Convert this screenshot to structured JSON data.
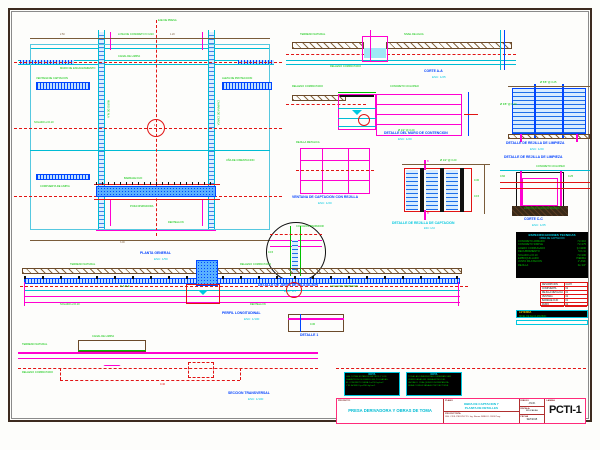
{
  "sheet": {
    "number": "PCTI-1",
    "number_label": "LAMINA",
    "background": "#fdfdfb",
    "frame_color": "#3d2b1f"
  },
  "titleblock": {
    "project_label": "PROYECTO",
    "project_title": "PRESA DERIVADORA Y OBRAS DE TOMA",
    "plan_label": "PLANO",
    "plan_title_line1": "OBRA DE CAPTACION Y",
    "plan_title_line2": "PLANTA DE DETALLES",
    "designer_label": "PROYECTISTA",
    "designer_value": "ING. CIVIL   PROYECTO: Ing. Bueno   DIBUJO: 2024 Proy.",
    "drawn_label": "DIBUJO",
    "drawn_value": "J.M.R.",
    "date_label": "FECHA",
    "date_value": "SET/2015",
    "escala_label": "ESCALA",
    "escala_value": "INDICADAS"
  },
  "notes": [
    {
      "name": "note-materials",
      "title": "NOTA",
      "lines": [
        "LAS COTAS ESTAN EN METROS Y LOS",
        "DIAMETROS DE FIERRO EN PULGADAS.",
        "EL CONCRETO SERA f'c=210 kg/cm2",
        "Y EL ACERO fy=4200 kg/cm2."
      ]
    },
    {
      "name": "note-general",
      "title": "NOTA",
      "lines": [
        "TODA LAS DIMENSIONES DEBERAN SER",
        "VERIFICADAS EN OBRA ANTES DEL",
        "VACIADO. CUALQUIER DISCREPANCIA",
        "SERA CONSULTADA AL PROYECTISTA."
      ]
    }
  ],
  "spec_table": {
    "title": "ESPECIFICACIONES TECNICAS",
    "subtitle": "OBRA DE CAPTACION",
    "rows": [
      {
        "label": "CONCRETO ARMADO",
        "value": "f'c=210"
      },
      {
        "label": "CONCRETO SIMPLE",
        "value": "f'c=175"
      },
      {
        "label": "ACERO CORRUGADO",
        "value": "fy=4200"
      },
      {
        "label": "RECUBRIMIENTO",
        "value": "5.0 cm"
      },
      {
        "label": "SOLADO e=0.10",
        "value": "f'c=100"
      },
      {
        "label": "EMBOQUILLADO",
        "value": "PIEDRA"
      },
      {
        "label": "JUNTA DILATACION",
        "value": "1\" ASF."
      },
      {
        "label": "REJILLA",
        "value": "Fe 3/4\""
      },
      {
        "label": "COMPUERTA",
        "value": "IZAJE MAN."
      }
    ]
  },
  "quantity_table": {
    "columns": [
      "DESCRIPCION",
      "CANT."
    ],
    "rows": [
      [
        "COMPUERTA 0.60x0.60",
        "02"
      ],
      [
        "REJILLA METALICA",
        "01"
      ],
      [
        "VENTANA CAPTACION",
        "02"
      ],
      [
        "BARRAJE FIJO",
        "01"
      ],
      [
        "MURO ENCAUZAMIENTO",
        "02"
      ]
    ]
  },
  "legend_strip": {
    "label": "LEYENDA",
    "value": "NIVEL DE AGUA MAXIMO"
  },
  "view_titles": [
    {
      "name": "title-planta-general",
      "text": "PLANTA GENERAL",
      "sub": "ESC: 1/50"
    },
    {
      "name": "title-corte-aa",
      "text": "CORTE A-A",
      "sub": "ESC: 1/25"
    },
    {
      "name": "title-corte-bb",
      "text": "CORTE B-B",
      "sub": "ESC: 1/25"
    },
    {
      "name": "title-detalle-muro",
      "text": "DETALLE DEL MURO DE CONTENCION",
      "sub": "ESC: 1/20"
    },
    {
      "name": "title-ventana",
      "text": "VENTANA DE CAPTACION CON REJILLA",
      "sub": "ESC: 1/20"
    },
    {
      "name": "title-detalle-rejilla-cap",
      "text": "DETALLE DE REJILLA DE CAPTACION",
      "sub": "ESC: 1/10"
    },
    {
      "name": "title-detalle-rejilla-lim",
      "text": "DETALLE DE REJILLA DE LIMPIEZA",
      "sub": "ESC: 1/20"
    },
    {
      "name": "title-corte-cc",
      "text": "CORTE C-C",
      "sub": "ESC: 1/25"
    },
    {
      "name": "title-detalle-junta",
      "text": "DETALLE DE JUNTA DE DILATACION",
      "sub": "ESC: 1/5"
    },
    {
      "name": "title-perfil",
      "text": "PERFIL LONGITUDINAL",
      "sub": "ESC: 1/100"
    },
    {
      "name": "title-seccion",
      "text": "SECCION TRANSVERSAL",
      "sub": "ESC: 1/100"
    },
    {
      "name": "title-detalle",
      "text": "DETALLE 1",
      "sub": "ESC: 1/10"
    }
  ],
  "annotations": {
    "plan": [
      "MURO DE ENCAUZAMIENTO",
      "LOSA DE CONCRETO f'c=210",
      "CANAL DE LIMPIA",
      "BARRAJE FIJO",
      "VENTANA DE CAPTACION",
      "ALETA DE PROTECCION",
      "EJE DE PRESA",
      "COMPUERTA DE LIMPIA",
      "POZA DISIPADORA",
      "DENTELLON",
      "SOLADO e=0.10",
      "UÑA DE CIMENTACION",
      "MURO DE ALA",
      "CAMARA DE CARGA",
      "REJILLA METALICA"
    ],
    "section": [
      "N.A.M.E.",
      "NIVEL DE AGUA",
      "TERRENO NATURAL",
      "RELLENO COMPACTADO",
      "CONCRETO CICLOPEO",
      "EMBOQUILLADO DE PIEDRA",
      "COLCHON DISIPADOR",
      "Ø 1/2\" @ 0.20",
      "Ø 5/8\" @ 0.25",
      "Ø 3/8\" @ 0.20"
    ],
    "dims": [
      "0.30",
      "0.60",
      "1.20",
      "2.50",
      "0.15",
      "0.25",
      "0.80",
      "1.00",
      "0.40",
      "3.00"
    ]
  },
  "marks": {
    "a1": "A",
    "a2": "A'",
    "b1": "B",
    "b2": "B'",
    "c1": "C",
    "c2": "C'",
    "detail": "1"
  }
}
